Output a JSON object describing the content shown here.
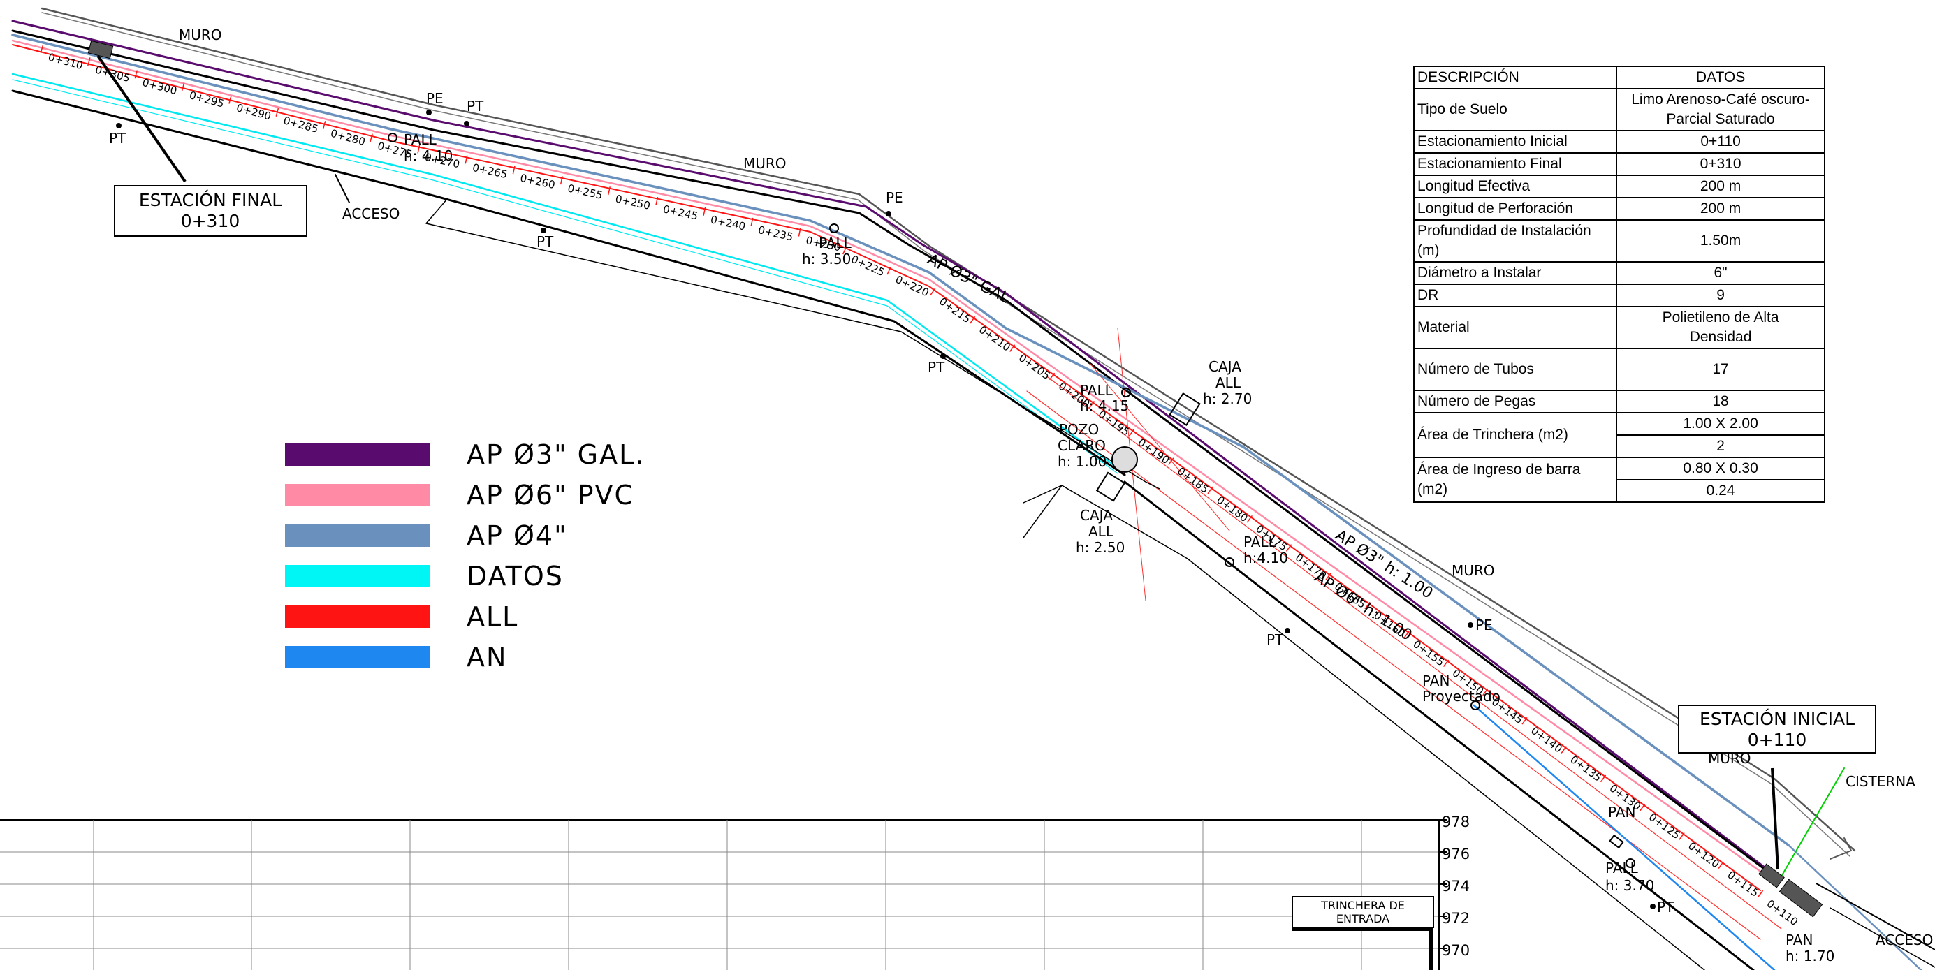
{
  "labels": {
    "muro_1": "MURO",
    "muro_2": "MURO",
    "muro_3": "MURO",
    "muro_4": "MURO",
    "pe_1": "PE",
    "pe_2": "PE",
    "pe_3": "PE",
    "pt_1": "PT",
    "pt_2": "PT",
    "pt_3": "PT",
    "pt_4": "PT",
    "pt_5": "PT",
    "pt_6": "PT",
    "acceso_1": "ACCESO",
    "acceso_2": "ACCESO",
    "cisterna": "CISTERNA",
    "pall_1": "PALL",
    "pall_1_h": "h: 4.10",
    "pall_2": "PALL",
    "pall_2_h": "h: 3.50",
    "pall_3": "PALL",
    "pall_3_h": "h: 4.15",
    "pall_4": "PALL",
    "pall_4_h": "h:4.10",
    "pall_5": "PALL",
    "pall_5_h": "h: 3.70",
    "caja_1": "CAJA",
    "caja_1_b": "ALL",
    "caja_1_h": "h: 2.70",
    "caja_2": "CAJA",
    "caja_2_b": "ALL",
    "caja_2_h": "h: 2.50",
    "pozo": "POZO",
    "claro": "CLARO",
    "pozo_h": "h: 1.00",
    "pan_1": "PAN",
    "pan_1_b": "Proyectado",
    "pan_2": "PAN",
    "pan_3": "PAN",
    "pan_3_h": "h: 1.70",
    "ap03_1": "AP Ø3\" GAL",
    "ap03_2": "AP Ø3\" h: 1.00",
    "ap06": "AP Ø6\" h: 1.00",
    "trinchera": "TRINCHERA DE",
    "entrada": "ENTRADA"
  },
  "stations": [
    "0+310",
    "0+305",
    "0+300",
    "0+295",
    "0+290",
    "0+285",
    "0+280",
    "0+275",
    "0+270",
    "0+265",
    "0+260",
    "0+255",
    "0+250",
    "0+245",
    "0+240",
    "0+235",
    "0+230",
    "0+225",
    "0+220",
    "0+215",
    "0+210",
    "0+205",
    "0+200",
    "0+195",
    "0+190",
    "0+185",
    "0+180",
    "0+175",
    "0+170",
    "0+165",
    "0+160",
    "0+155",
    "0+150",
    "0+145",
    "0+140",
    "0+135",
    "0+130",
    "0+125",
    "0+120",
    "0+115",
    "0+110"
  ],
  "estacion_final": {
    "title": "ESTACIÓN FINAL",
    "value": "0+310"
  },
  "estacion_inicial": {
    "title": "ESTACIÓN INICIAL",
    "value": "0+110"
  },
  "elevations": [
    "978",
    "976",
    "974",
    "972",
    "970"
  ],
  "legend": [
    {
      "label": "AP Ø3\" GAL.",
      "color": "#5a0b6e"
    },
    {
      "label": "AP Ø6\" PVC",
      "color": "#ff8aa6"
    },
    {
      "label": "AP Ø4\"",
      "color": "#6a91bd"
    },
    {
      "label": "DATOS",
      "color": "#00f5f5"
    },
    {
      "label": "ALL",
      "color": "#ff1414"
    },
    {
      "label": "AN",
      "color": "#1e88f0"
    }
  ],
  "table": {
    "header": [
      "DESCRIPCIÓN",
      "DATOS"
    ],
    "rows": {
      "suelo": {
        "desc": "Tipo de Suelo",
        "val_a": "Limo Arenoso-Café oscuro-",
        "val_b": "Parcial Saturado"
      },
      "est_ini": {
        "desc": "Estacionamiento Inicial",
        "val": "0+110"
      },
      "est_fin": {
        "desc": "Estacionamiento Final",
        "val": "0+310"
      },
      "long_ef": {
        "desc": "Longitud Efectiva",
        "val": "200 m"
      },
      "long_perf": {
        "desc": "Longitud de Perforación",
        "val": "200 m"
      },
      "prof": {
        "desc_a": "Profundidad de Instalación",
        "desc_b": "(m)",
        "val": "1.50m"
      },
      "diam": {
        "desc": "Diámetro a Instalar",
        "val": "6\""
      },
      "dr": {
        "desc": "DR",
        "val": "9"
      },
      "material": {
        "desc": "Material",
        "val_a": "Polietileno de Alta",
        "val_b": "Densidad"
      },
      "tubos": {
        "desc": "Número de Tubos",
        "val": "17"
      },
      "pegas": {
        "desc": "Número de Pegas",
        "val": "18"
      },
      "trinchera": {
        "desc": "Área de Trinchera (m2)",
        "val_a": "1.00 X 2.00",
        "val_b": "2"
      },
      "ingreso": {
        "desc_a": "Área de Ingreso de barra",
        "desc_b": "(m2)",
        "val_a": "0.80 X 0.30",
        "val_b": "0.24"
      }
    }
  }
}
